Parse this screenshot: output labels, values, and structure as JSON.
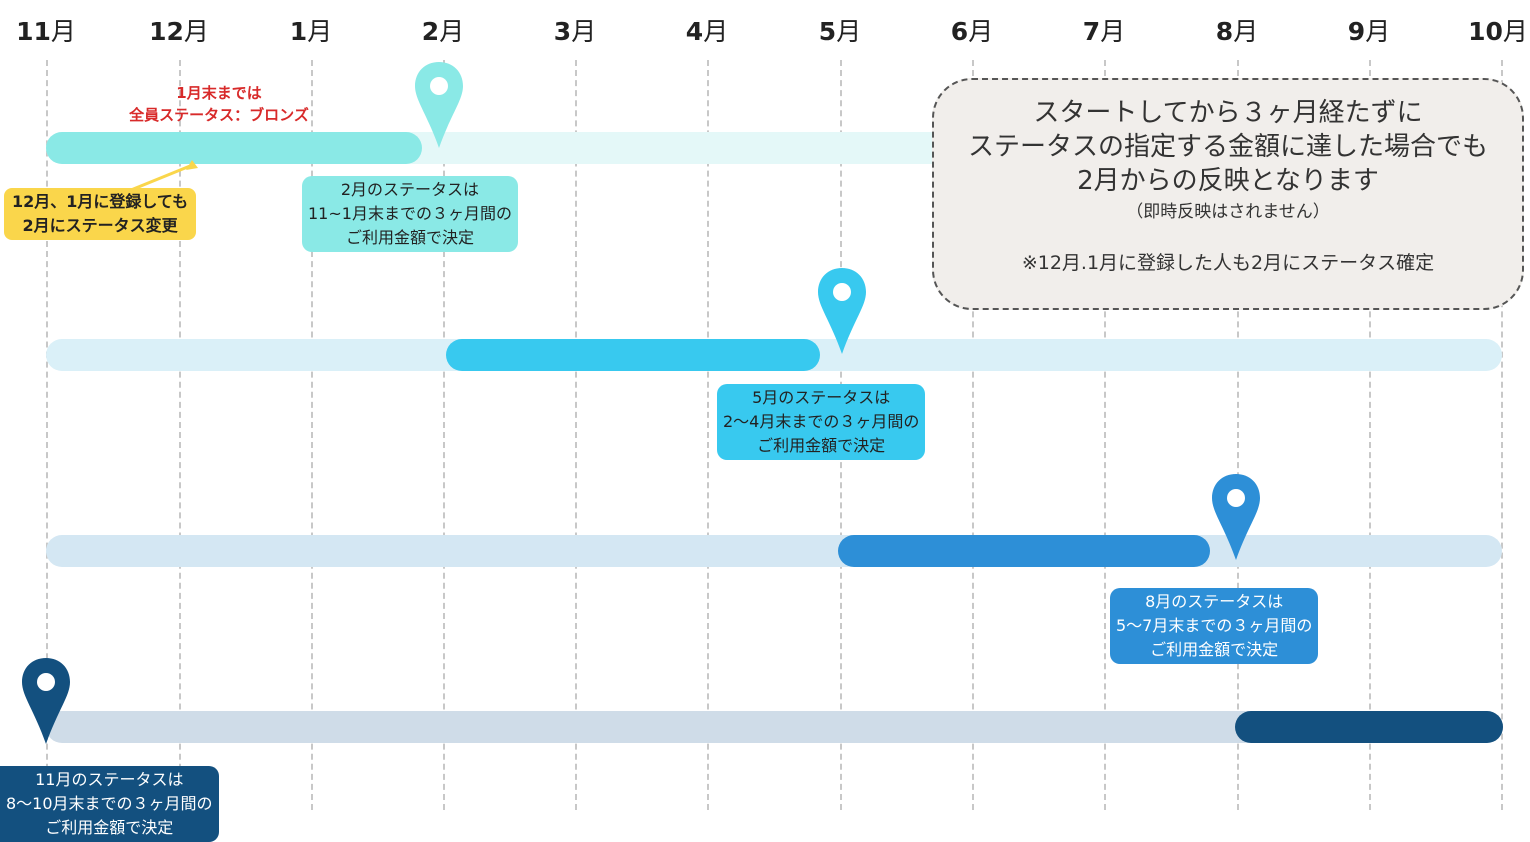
{
  "months": [
    {
      "num": "11",
      "unit": "月"
    },
    {
      "num": "12",
      "unit": "月"
    },
    {
      "num": "1",
      "unit": "月"
    },
    {
      "num": "2",
      "unit": "月"
    },
    {
      "num": "3",
      "unit": "月"
    },
    {
      "num": "4",
      "unit": "月"
    },
    {
      "num": "5",
      "unit": "月"
    },
    {
      "num": "6",
      "unit": "月"
    },
    {
      "num": "7",
      "unit": "月"
    },
    {
      "num": "8",
      "unit": "月"
    },
    {
      "num": "9",
      "unit": "月"
    },
    {
      "num": "10",
      "unit": "月"
    }
  ],
  "colors": {
    "row1_track": "#e4f8f8",
    "row1_bar": "#8ae9e6",
    "row2_track": "#daf0f8",
    "row2_bar": "#38c9ef",
    "row3_track": "#d4e7f3",
    "row3_bar": "#2d8fd7",
    "row4_track": "#cfdce8",
    "row4_bar": "#13507f",
    "note_red": "#d82a2a",
    "note_yellow": "#fad64b",
    "callout_bg": "#f1eeeb"
  },
  "row1": {
    "label": [
      "2月のステータスは",
      "11~1月末までの３ヶ月間の",
      "ご利用金額で決定"
    ],
    "pin": "map-pin-icon"
  },
  "row2": {
    "label": [
      "5月のステータスは",
      "2〜4月末までの３ヶ月間の",
      "ご利用金額で決定"
    ],
    "pin": "map-pin-icon"
  },
  "row3": {
    "label": [
      "8月のステータスは",
      "5〜7月末までの３ヶ月間の",
      "ご利用金額で決定"
    ],
    "pin": "map-pin-icon"
  },
  "row4": {
    "label": [
      "11月のステータスは",
      "8〜10月末までの３ヶ月間の",
      "ご利用金額で決定"
    ],
    "pin": "map-pin-icon"
  },
  "red_note": [
    "1月末までは",
    "全員ステータス：ブロンズ"
  ],
  "yellow_note": [
    "12月、1月に登録しても",
    "2月にステータス変更"
  ],
  "callout": {
    "line1": "スタートしてから３ヶ月経たずに",
    "line2": "ステータスの指定する金額に達した場合でも",
    "line3": "2月からの反映となります",
    "line4": "（即時反映はされません）",
    "line5": "※12月.1月に登録した人も2月にステータス確定"
  }
}
